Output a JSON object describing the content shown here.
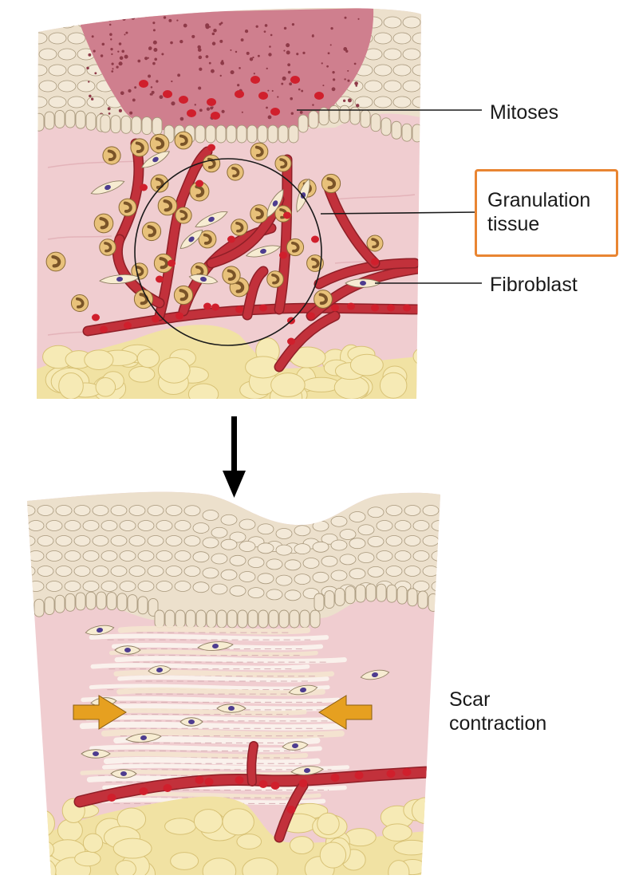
{
  "labels": {
    "mitoses": "Mitoses",
    "granulation_line1": "Granulation",
    "granulation_line2": "tissue",
    "fibroblast": "Fibroblast",
    "scar_line1": "Scar",
    "scar_line2": "contraction"
  },
  "colors": {
    "dermis": "#f0cdd0",
    "epidermis": "#ece0cc",
    "basal_cells": "#efe3cf",
    "scab": "#cf7f8e",
    "fat": "#f1e2a3",
    "vessel": "#c2313b",
    "rbc": "#d01f2c",
    "macrophage": "#e8c17a",
    "fibroblast_body": "#f7ecd2",
    "fibroblast_nucleus": "#4d3c8f",
    "contraction_arrow": "#e6a020",
    "highlight_box": "#e98532",
    "process_arrow": "#000000"
  },
  "icons": {
    "process": "arrow-down-icon",
    "contraction": "arrow-right-icon"
  }
}
